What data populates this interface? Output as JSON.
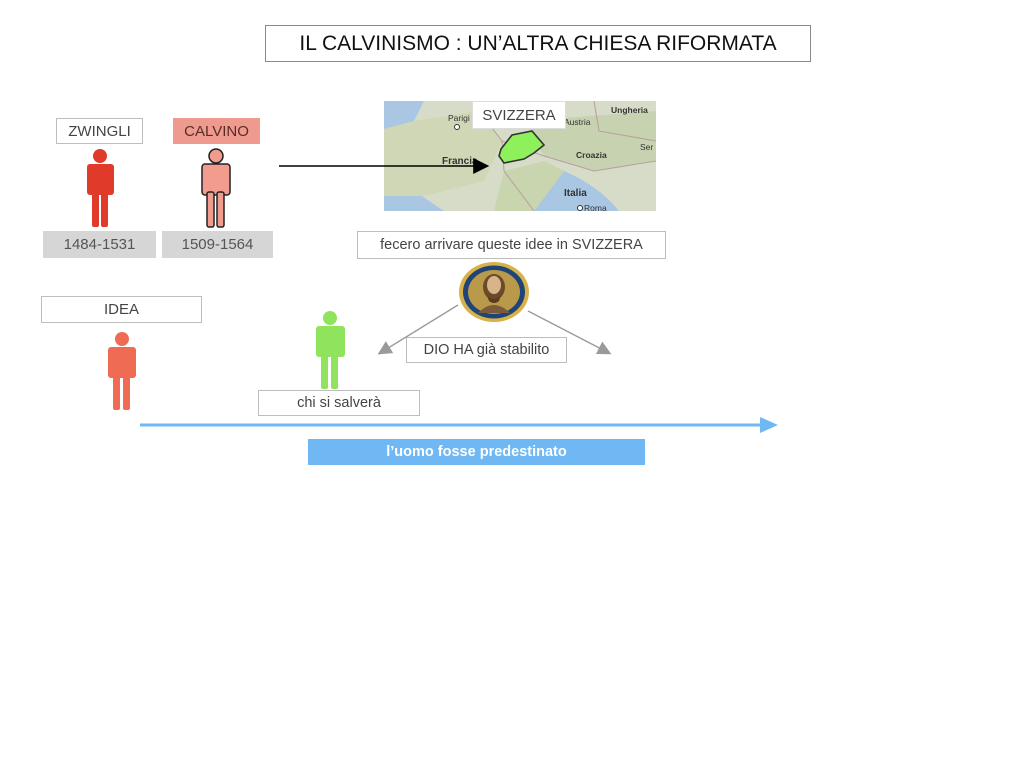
{
  "title": "IL CALVINISMO : UN’ALTRA CHIESA RIFORMATA",
  "people": {
    "zwingli": {
      "name": "ZWINGLI",
      "years": "1484-1531"
    },
    "calvino": {
      "name": "CALVINO",
      "years": "1509-1564"
    }
  },
  "idea": "IDEA",
  "map": {
    "heading": "SVIZZERA",
    "places": [
      "Parigi",
      "Francia",
      "Austria",
      "Ungheria",
      "Croazia",
      "Ser",
      "Italia",
      "Roma"
    ],
    "caption": "fecero arrivare queste idee in SVIZZERA"
  },
  "doctrine": {
    "god_decided": "DIO HA già stabilito",
    "saved": "chi si salverà",
    "predestined": "l’uomo fosse predestinato"
  },
  "colors": {
    "zwingli": "#e03b2a",
    "calvino_figure": "#f29b8f",
    "calvino_label": "#ee9a8e",
    "idea_figure": "#ef6b54",
    "saved_figure": "#8fe35d",
    "timeline": "#6fb8f3",
    "switzerland": "#8ef05a"
  }
}
